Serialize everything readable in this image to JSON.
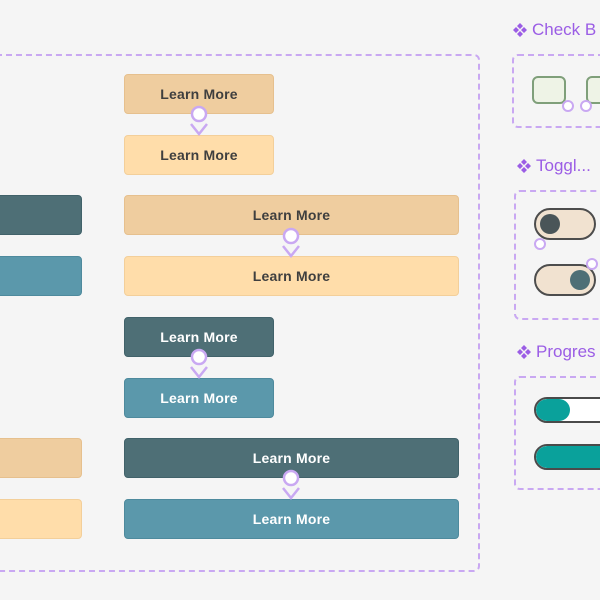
{
  "buttons": {
    "label": "Learn More"
  },
  "sections": {
    "check": {
      "label": "Check B"
    },
    "toggle": {
      "label": "Toggl..."
    },
    "progress": {
      "label": "Progres"
    }
  },
  "progress": {
    "bar1": 0.45,
    "bar2": 1.0
  },
  "colors": {
    "tan": "#efcd9f",
    "cream": "#ffddaa",
    "slate": "#4e6f76",
    "steel": "#5b98ab",
    "accent": "#9b5de5",
    "teal": "#0aa19b"
  }
}
